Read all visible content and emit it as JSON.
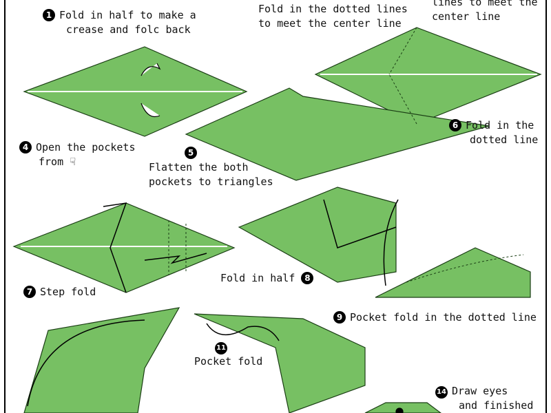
{
  "colors": {
    "paper": "#77c063",
    "paper_dark": "#4f9a40",
    "outline": "#1a3d14"
  },
  "steps": [
    {
      "number": "1",
      "text_lines": [
        "Fold in half to make a",
        "crease and folc back"
      ]
    },
    {
      "number": "",
      "text_lines": [
        "Fold in the dotted lines",
        "to meet the center line"
      ]
    },
    {
      "number": "",
      "text_lines": [
        "lines to meet the",
        "center line"
      ]
    },
    {
      "number": "4",
      "text_lines": [
        "Open the pockets",
        "from"
      ]
    },
    {
      "number": "5",
      "text_lines": [
        "Flatten the both",
        "pockets to triangles"
      ]
    },
    {
      "number": "6",
      "text_lines": [
        "Fold in the",
        "dotted line"
      ]
    },
    {
      "number": "7",
      "text_lines": [
        "Step fold"
      ]
    },
    {
      "number": "8",
      "text_lines": [
        "Fold in half"
      ]
    },
    {
      "number": "9",
      "text_lines": [
        "Pocket fold in the dotted line"
      ]
    },
    {
      "number": "11",
      "text_lines": [
        "Pocket fold"
      ]
    },
    {
      "number": "14",
      "text_lines": [
        "Draw eyes",
        "and finished"
      ]
    }
  ]
}
